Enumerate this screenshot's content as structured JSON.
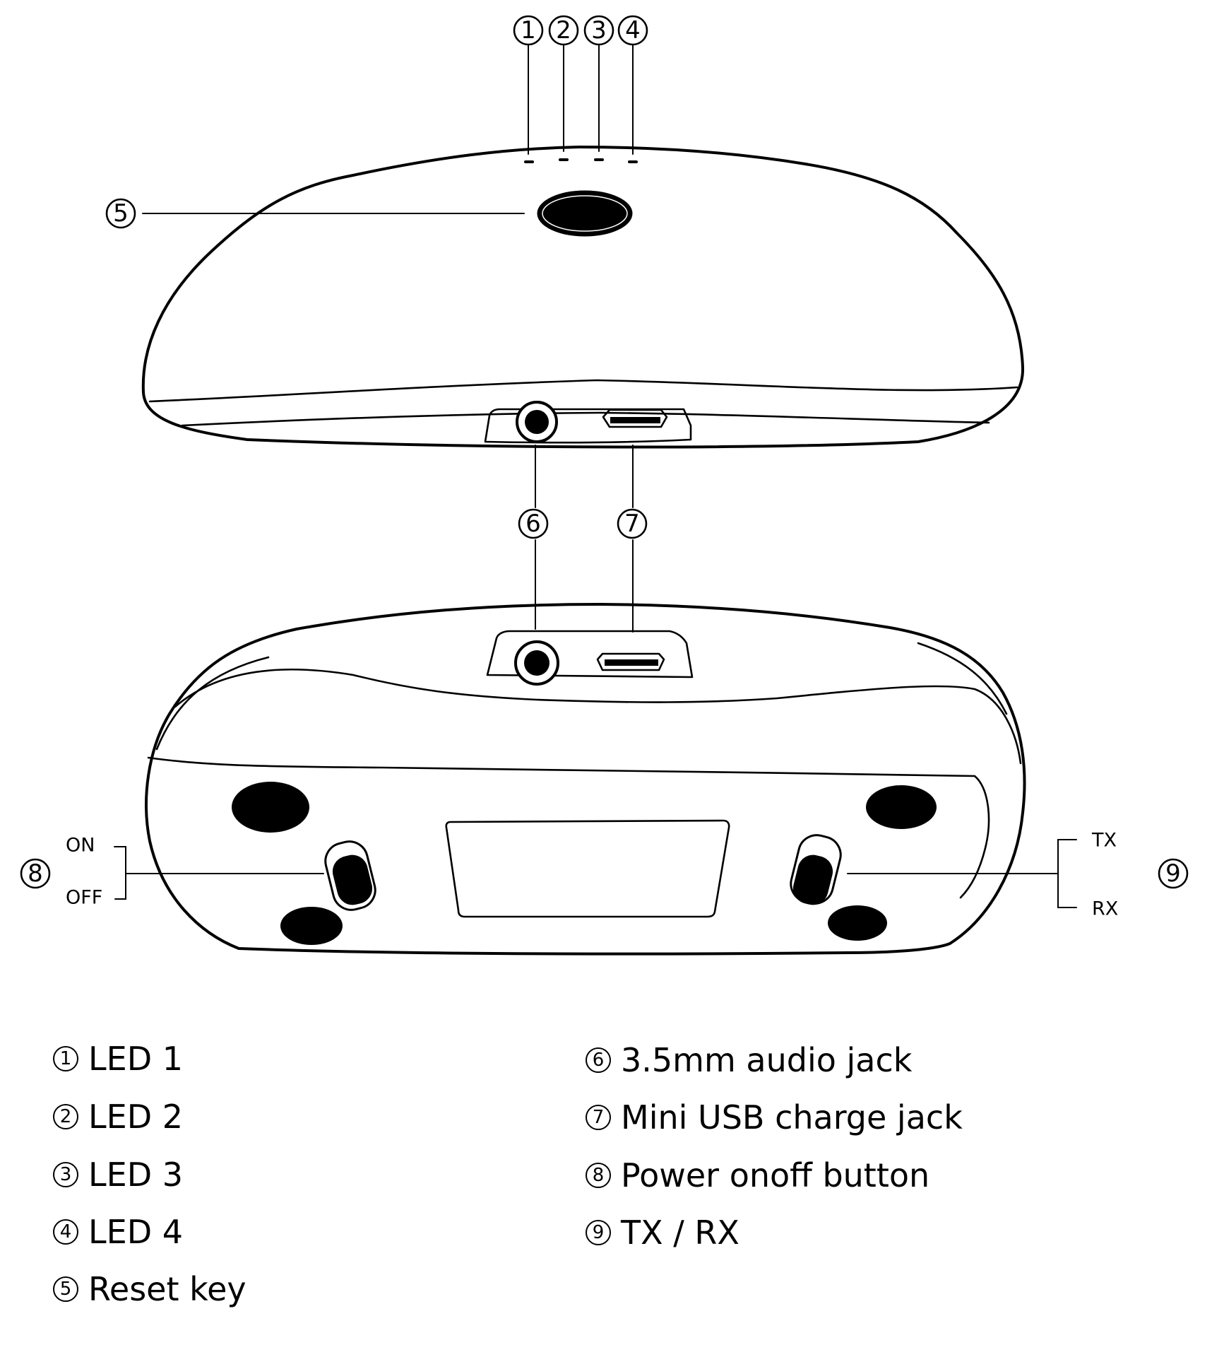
{
  "callouts": [
    {
      "num": "1",
      "id": "led-1"
    },
    {
      "num": "2",
      "id": "led-2"
    },
    {
      "num": "3",
      "id": "led-3"
    },
    {
      "num": "4",
      "id": "led-4"
    },
    {
      "num": "5",
      "id": "reset-key"
    },
    {
      "num": "6",
      "id": "audio-jack"
    },
    {
      "num": "7",
      "id": "usb-jack"
    },
    {
      "num": "8",
      "id": "power-switch"
    },
    {
      "num": "9",
      "id": "txrx-switch"
    }
  ],
  "switch_labels": {
    "power_on": "ON",
    "power_off": "OFF",
    "mode_tx": "TX",
    "mode_rx": "RX"
  },
  "legend": [
    {
      "num": "1",
      "label": "LED 1"
    },
    {
      "num": "2",
      "label": "LED 2"
    },
    {
      "num": "3",
      "label": "LED 3"
    },
    {
      "num": "4",
      "label": "LED 4"
    },
    {
      "num": "5",
      "label": "Reset key"
    },
    {
      "num": "6",
      "label": "3.5mm audio jack"
    },
    {
      "num": "7",
      "label": "Mini USB charge jack"
    },
    {
      "num": "8",
      "label": "Power onoff button"
    },
    {
      "num": "9",
      "label": "TX / RX"
    }
  ]
}
